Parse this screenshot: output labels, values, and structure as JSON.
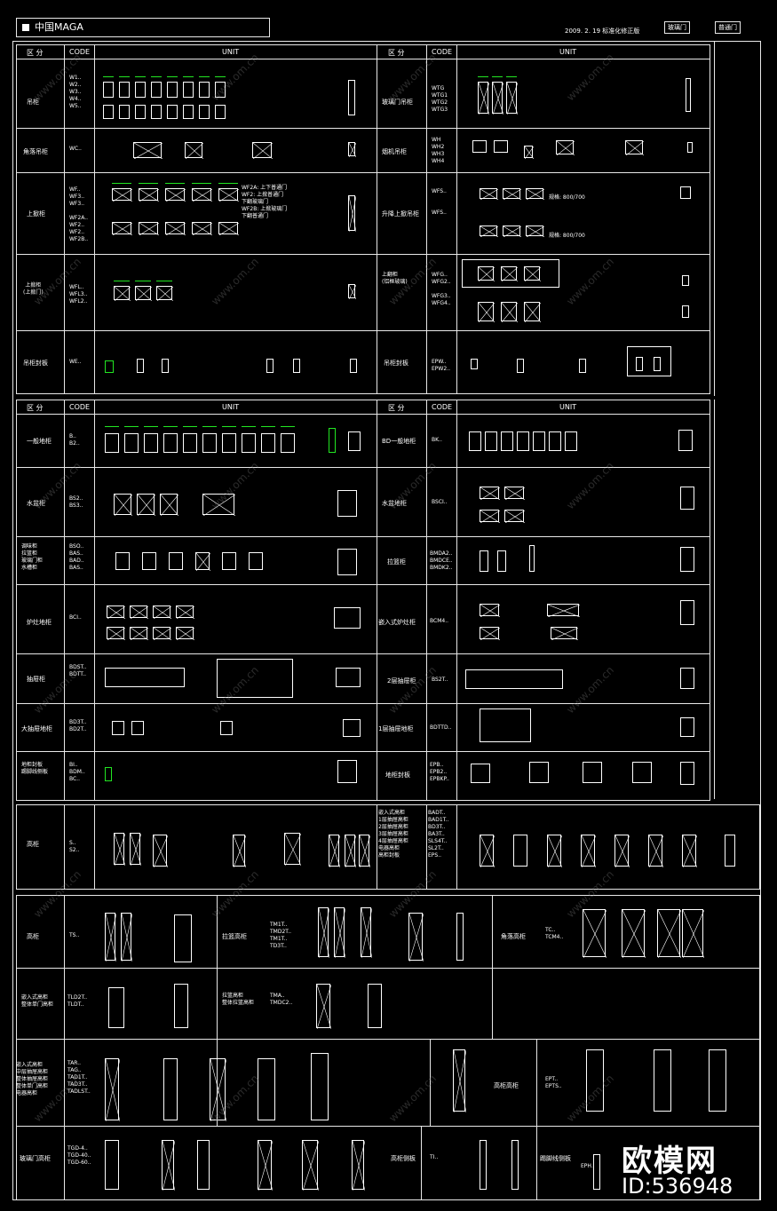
{
  "title": "中国MAGA",
  "revision": "2009. 2. 19 标准化修正版",
  "legend": [
    "玻璃门",
    "普通门"
  ],
  "headers": {
    "area": "区 分",
    "code": "CODE",
    "unit": "UNIT"
  },
  "section1_left": [
    {
      "name": "吊柜",
      "codes": "W1..\nW2..\nW3..\nW4..\nW5.."
    },
    {
      "name": "角落吊柜",
      "codes": "WC.."
    },
    {
      "name": "上掀柜",
      "codes": "WF..\nWF3..\nWF3..\n\nWF2A..\nWF2..\nWF2..\nWF2B.."
    },
    {
      "name": "上掀柜\n(上掀门)",
      "codes": "WFL..\nWFL3..\nWFL2.."
    },
    {
      "name": "吊柜封板",
      "codes": "WE.."
    }
  ],
  "section1_right": [
    {
      "name": "玻璃门吊柜",
      "codes": "WTG\nWTG1\nWTG2\nWTG3"
    },
    {
      "name": "烟机吊柜",
      "codes": "WH\nWH2\nWH3\nWH4"
    },
    {
      "name": "升降上掀吊柜",
      "codes": "WFS..\n\n\nWFS.."
    },
    {
      "name": "上翻柜\n(铝框玻璃)",
      "codes": "WFG..\nWFG2..\n\nWFG3..\nWFG4.."
    },
    {
      "name": "吊柜封板",
      "codes": "EPW..\nEPW2.."
    }
  ],
  "section2_left": [
    {
      "name": "一般地柜",
      "codes": "B..\nB2.."
    },
    {
      "name": "水盆柜",
      "codes": "BS2..\nBS3.."
    },
    {
      "name": "调味柜\n拉篮柜\n玻璃门柜\n水槽柜",
      "codes": "BSO..\nBAS..\nBAD..\nBAS.."
    },
    {
      "name": "炉灶地柜",
      "codes": "BCI.."
    },
    {
      "name": "抽屉柜",
      "codes": "BDST..\nBDTT.."
    },
    {
      "name": "大抽屉地柜",
      "codes": "BD3T..\nBD2T.."
    },
    {
      "name": "地柜封板\n踢脚线侧板",
      "codes": "BI..\nBDM..\nBC.."
    }
  ],
  "section2_right": [
    {
      "name": "BD一般地柜",
      "codes": "BK.."
    },
    {
      "name": "水盆地柜",
      "codes": "BSCI.."
    },
    {
      "name": "拉篮柜",
      "codes": "BMDA2..\nBMDCE..\nBMDK2.."
    },
    {
      "name": "嵌入式炉灶柜",
      "codes": "BCM4.."
    },
    {
      "name": "2层抽屉柜",
      "codes": "BS2T.."
    },
    {
      "name": "1层抽屉地柜",
      "codes": "BDTTD.."
    },
    {
      "name": "地柜封板",
      "codes": "EPB..\nEPB2..\nEPBKP.."
    }
  ],
  "section3": {
    "left_name": "高柜",
    "left_codes": "S..\nS2..",
    "mid_names": "嵌入式高柜\n1层抽屉高柜\n2层抽屉高柜\n3层抽屉高柜\n4层抽屉高柜\n电器高柜\n高柜封板",
    "mid_codes": "BADT..\nBAD1T..\nBD3T..\nBA3T..\nSLS4T..\nSL2T..\nEPS.."
  },
  "section4_left": [
    {
      "name": "高柜",
      "codes": "TS.."
    },
    {
      "name": "嵌入式高柜\n整体单门高柜",
      "codes": "TLD2T..\nTLDT.."
    },
    {
      "name": "嵌入式高柜\n中层抽屉高柜\n整体抽屉高柜\n整体单门高柜\n电器高柜",
      "codes": "TAR..\nTAG..\nTAD1T..\nTAD3T..\nTADLST.."
    },
    {
      "name": "玻璃门高柜",
      "codes": "TGD-4..\nTGD-40..\nTGD-60.."
    }
  ],
  "section4_mid": [
    {
      "name": "拉篮高柜",
      "codes": "TM1T..\nTMD2T..\nTM1T..\nTD3T.."
    },
    {
      "name": "拉篮高柜\n整体拉篮高柜",
      "codes": "TMA..\nTMDC2.."
    },
    {
      "name": "高柜侧板",
      "codes": "TI.."
    }
  ],
  "section4_right": [
    {
      "name": "角落高柜",
      "codes": "TC..\nTCM4.."
    },
    {
      "name": "高柜高柜",
      "codes": "EPT..\nEPTS.."
    },
    {
      "name": "踢脚线侧板",
      "codes": "EPH.."
    }
  ],
  "notes": {
    "wf_types": "WF2A: 上下普通门\nWF2: 上掀普通门\n下翻玻璃门\nWF2B: 上掀玻璃门\n下翻普通门",
    "wfs_range": "规格: 800/700",
    "brand_mark": "欧模网",
    "id_mark": "ID:536948"
  },
  "watermark": "www.om.cn"
}
